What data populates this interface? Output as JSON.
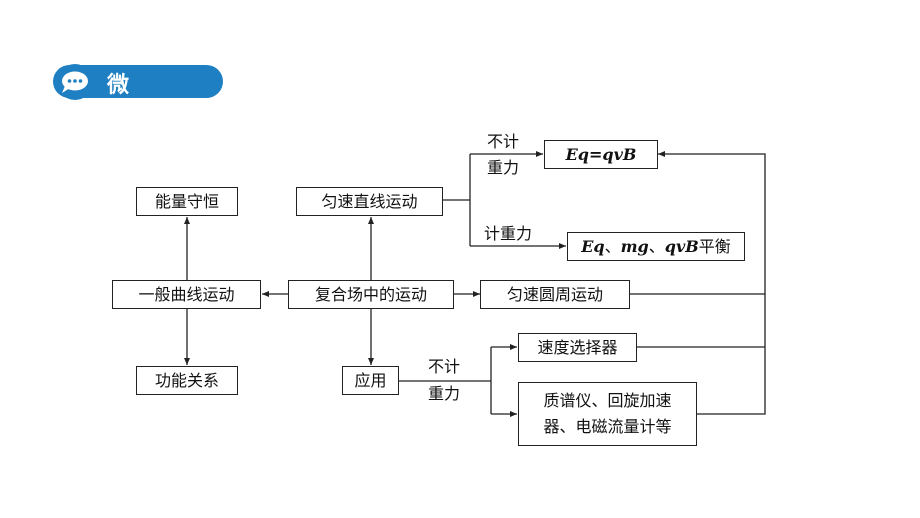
{
  "header": {
    "title": "微网构建"
  },
  "colors": {
    "accent": "#1e7fc2",
    "line": "#222222"
  },
  "icons": {
    "header_icon": "chat-bubble-icon"
  },
  "nodes": {
    "energy": "能量守恒",
    "uniform_linear": "匀速直线运动",
    "general_curve": "一般曲线运动",
    "compound_field": "复合场中的运动",
    "uniform_circular": "匀速圆周运动",
    "work_energy": "功能关系",
    "application": "应用",
    "velocity_selector": "速度选择器",
    "devices_line1": "质谱仪、回旋加速",
    "devices_line2": "器、电磁流量计等",
    "eq_a": "Eq",
    "eq_eq": "=",
    "eq_b": "qvB",
    "bal_a": "Eq",
    "bal_sep1": "、",
    "bal_b": "mg",
    "bal_sep2": "、",
    "bal_c": "qvB",
    "bal_suffix": "平衡"
  },
  "labels": {
    "no_gravity_top_1": "不计",
    "no_gravity_top_2": "重力",
    "with_gravity": "计重力",
    "no_gravity_bottom_1": "不计",
    "no_gravity_bottom_2": "重力"
  }
}
